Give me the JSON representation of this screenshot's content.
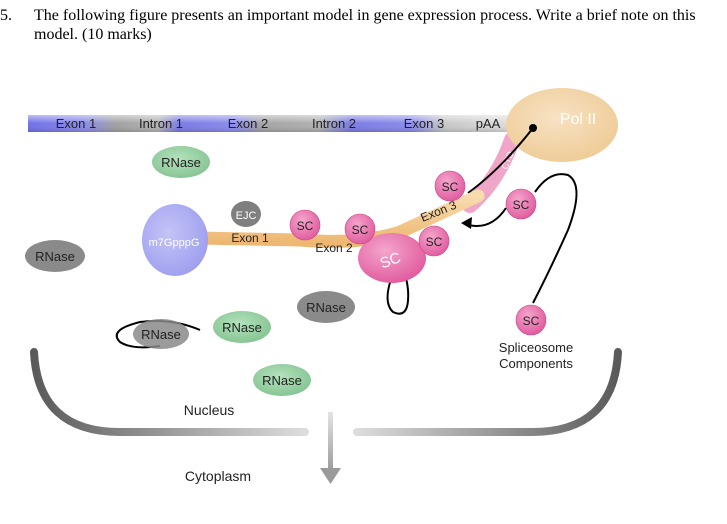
{
  "question": {
    "number": "5.",
    "text": "The following figure presents an important model in gene expression process. Write a brief note on this model. (10 marks)"
  },
  "figure": {
    "gene_segments": [
      "Exon 1",
      "Intron 1",
      "Exon 2",
      "Intron 2",
      "Exon 3",
      "pAA"
    ],
    "pol2_label": "Pol II",
    "ctd_label": "CTD",
    "cap_label": "m7GpppG",
    "ejc_label": "EJC",
    "mrna_exons": [
      "Exon 1",
      "Exon 2",
      "Exon 3"
    ],
    "sc_label": "SC",
    "rnase_label": "RNase",
    "spliceosome_label_line1": "Spliceosome",
    "spliceosome_label_line2": "Components",
    "nucleus_label": "Nucleus",
    "cytoplasm_label": "Cytoplasm"
  },
  "colors": {
    "exon": "#6f6fe8",
    "intron": "#9a9a9a",
    "sc_fill": "#e96aa8",
    "rnase_fill": "#8fcf9c",
    "pol2_fill": "#f1d9b0",
    "cap_fill": "#a9a9f2",
    "mrna": "#f3c98e"
  }
}
